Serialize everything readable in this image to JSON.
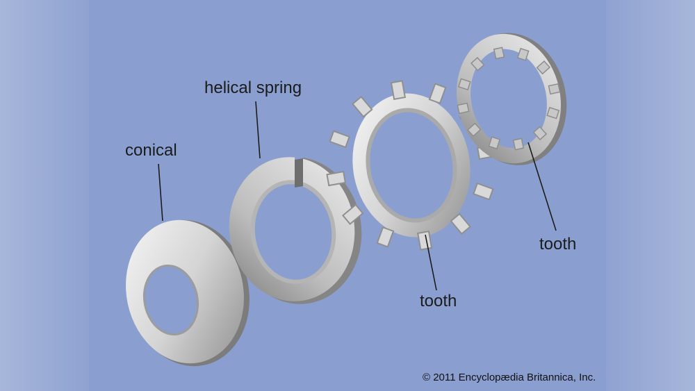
{
  "labels": {
    "conical": "conical",
    "helical_spring": "helical spring",
    "tooth_external": "tooth",
    "tooth_internal": "tooth"
  },
  "copyright": "© 2011 Encyclopædia Britannica, Inc.",
  "colors": {
    "background": "#8a9fd0",
    "metal_light": "#f2f2f2",
    "metal_dark": "#9a9a9a",
    "leader_line": "#1b1b1b"
  },
  "parts": [
    {
      "name": "conical washer"
    },
    {
      "name": "helical spring lock washer"
    },
    {
      "name": "external tooth lock washer"
    },
    {
      "name": "internal tooth lock washer"
    }
  ]
}
